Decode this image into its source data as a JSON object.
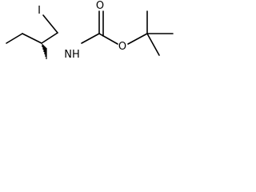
{
  "molecule": {
    "atoms": {
      "iodine": "I",
      "nitrogen_h": "NH",
      "carbonyl_oxygen": "O",
      "ester_oxygen": "O"
    }
  }
}
